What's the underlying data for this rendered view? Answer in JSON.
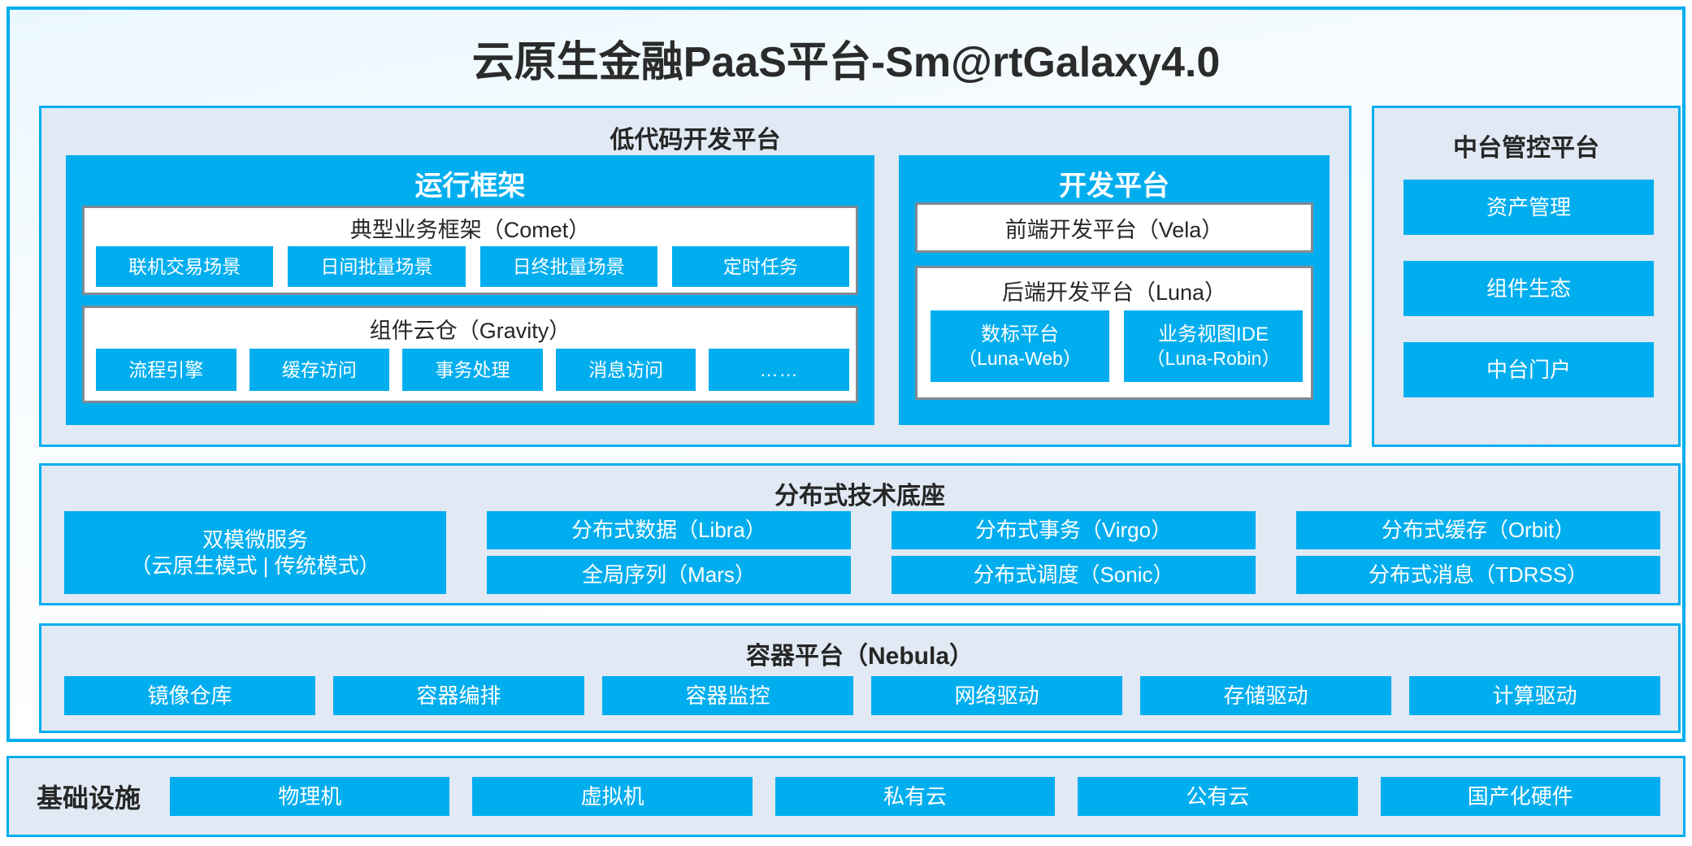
{
  "title": "云原生金融PaaS平台-Sm@rtGalaxy4.0",
  "colors": {
    "accent": "#00AEEF",
    "panel_bg": "#E1E9F4",
    "box_border": "#808A94",
    "text_dark": "#262626"
  },
  "lowcode": {
    "title": "低代码开发平台",
    "runtime": {
      "title": "运行框架",
      "comet": {
        "title": "典型业务框架（Comet）",
        "tiles": [
          "联机交易场景",
          "日间批量场景",
          "日终批量场景",
          "定时任务"
        ]
      },
      "gravity": {
        "title": "组件云仓（Gravity）",
        "tiles": [
          "流程引擎",
          "缓存访问",
          "事务处理",
          "消息访问",
          "……"
        ]
      }
    },
    "devplatform": {
      "title": "开发平台",
      "vela": "前端开发平台（Vela）",
      "luna": {
        "title": "后端开发平台（Luna）",
        "tiles": [
          {
            "name": "数标平台",
            "sub": "（Luna-Web）"
          },
          {
            "name": "业务视图IDE",
            "sub": "（Luna-Robin）"
          }
        ]
      }
    }
  },
  "management": {
    "title": "中台管控平台",
    "tiles": [
      "资产管理",
      "组件生态",
      "中台门户"
    ]
  },
  "techbase": {
    "title": "分布式技术底座",
    "wide_tile": {
      "line1": "双模微服务",
      "line2": "（云原生模式 | 传统模式）"
    },
    "columns": [
      [
        "分布式数据（Libra）",
        "全局序列（Mars）"
      ],
      [
        "分布式事务（Virgo）",
        "分布式调度（Sonic）"
      ],
      [
        "分布式缓存（Orbit）",
        "分布式消息（TDRSS）"
      ]
    ]
  },
  "container": {
    "title": "容器平台（Nebula）",
    "tiles": [
      "镜像仓库",
      "容器编排",
      "容器监控",
      "网络驱动",
      "存储驱动",
      "计算驱动"
    ]
  },
  "infrastructure": {
    "label": "基础设施",
    "tiles": [
      "物理机",
      "虚拟机",
      "私有云",
      "公有云",
      "国产化硬件"
    ]
  }
}
